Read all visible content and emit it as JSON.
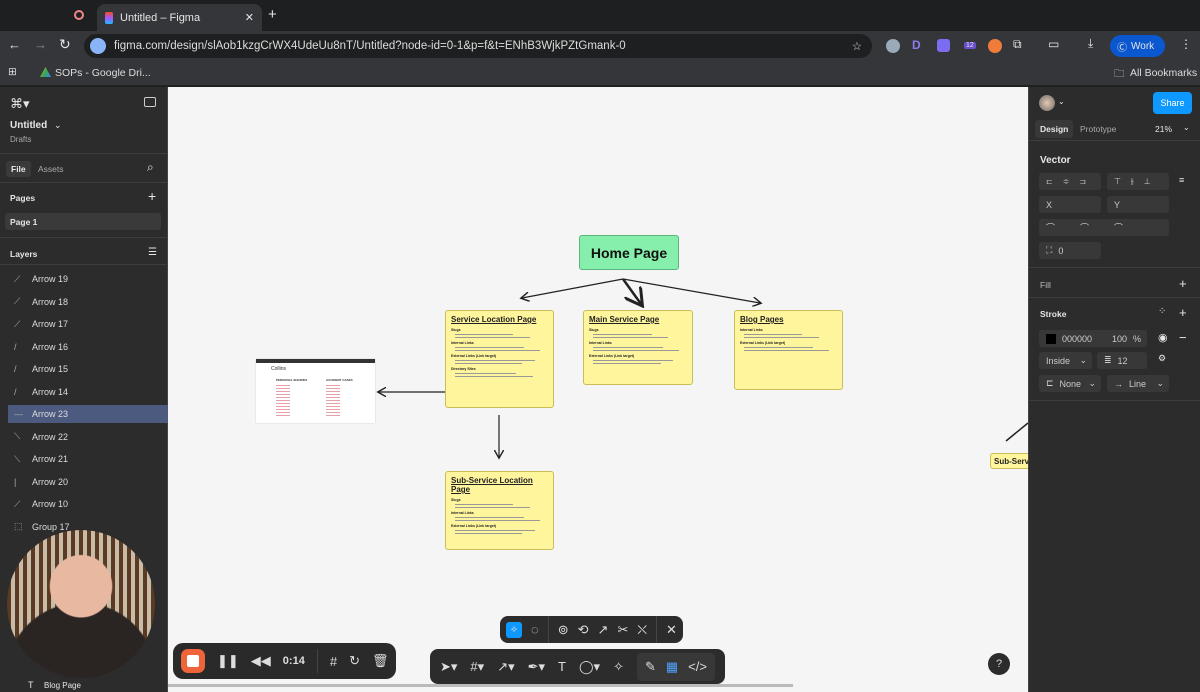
{
  "browser": {
    "tab_title": "Untitled – Figma",
    "url": "figma.com/design/slAob1kzgCrWX4UdeUu8nT/Untitled?node-id=0-1&p=f&t=ENhB3WjkPZtGmank-0",
    "bookmark": "SOPs - Google Dri...",
    "all_bookmarks": "All Bookmarks",
    "profile": "Work",
    "ext_badge": "12"
  },
  "left": {
    "file_name": "Untitled",
    "location": "Drafts",
    "tabs": [
      "File",
      "Assets"
    ],
    "pages_label": "Pages",
    "page": "Page 1",
    "layers_label": "Layers",
    "layers": [
      "Arrow 19",
      "Arrow 18",
      "Arrow 17",
      "Arrow 16",
      "Arrow 15",
      "Arrow 14",
      "Arrow 23",
      "Arrow 22",
      "Arrow 21",
      "Arrow 20",
      "Arrow 10",
      "Group 17"
    ],
    "selected_layer": "Arrow 23",
    "bottom_layer": "Blog Page"
  },
  "canvas": {
    "home": "Home Page",
    "notes": [
      {
        "title": "Service Location Page",
        "sections": [
          "Slugs",
          "Internal Links",
          "External Links (Link target)",
          "Directory Sites"
        ]
      },
      {
        "title": "Main Service Page",
        "sections": [
          "Slugs",
          "Internal Links",
          "External Links (Link target)"
        ]
      },
      {
        "title": "Blog Pages",
        "sections": [
          "Internal Links",
          "External Links (Link target)"
        ]
      },
      {
        "title": "Sub-Service Location Page",
        "sections": [
          "Slugs",
          "Internal Links",
          "External Links (Link target)"
        ]
      }
    ],
    "partial_note": "Sub-Serv",
    "thumb": {
      "logo": "Collins",
      "col1": "PERSONAL INJURIES",
      "col2": "ACCIDENT CASES"
    }
  },
  "right": {
    "share": "Share",
    "tabs": [
      "Design",
      "Prototype"
    ],
    "zoom": "21%",
    "section": "Vector",
    "x": "X",
    "y": "Y",
    "radius": "0",
    "fill": "Fill",
    "stroke": "Stroke",
    "stroke_color": "000000",
    "stroke_opacity": "100",
    "pct": "%",
    "stroke_align": "Inside",
    "stroke_weight": "12",
    "cap_start": "None",
    "cap_end": "Line"
  },
  "recorder": {
    "time": "0:14"
  },
  "help": "?"
}
